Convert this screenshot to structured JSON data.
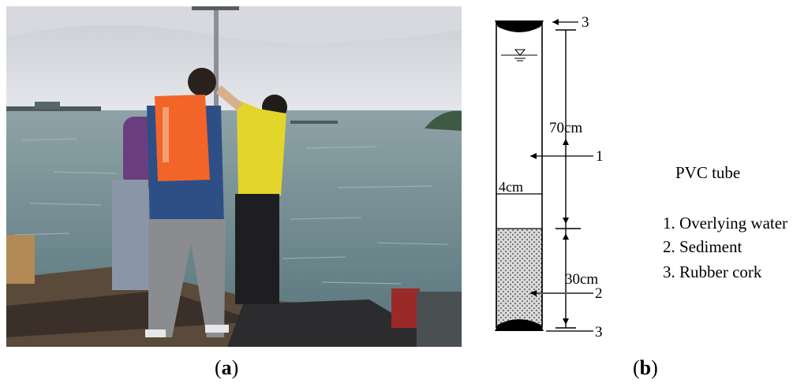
{
  "panel_a": {
    "caption_open": "(",
    "caption_letter": "a",
    "caption_close": ")"
  },
  "panel_b": {
    "caption_open": "(",
    "caption_letter": "b",
    "caption_close": ")",
    "callouts": {
      "top_cork": "3",
      "overlying_water": "1",
      "sediment": "2",
      "bottom_cork": "3"
    },
    "dimensions": {
      "water_column": "70cm",
      "diameter": "4cm",
      "sediment_depth": "30cm"
    },
    "legend": {
      "title": "PVC tube",
      "items": [
        "1. Overlying water",
        "2. Sediment",
        "3. Rubber cork"
      ]
    },
    "colors": {
      "cork": "#000000",
      "sediment_fill": "#d9d9d9",
      "tube_outline": "#000000",
      "leader_lines": "#555555"
    }
  }
}
